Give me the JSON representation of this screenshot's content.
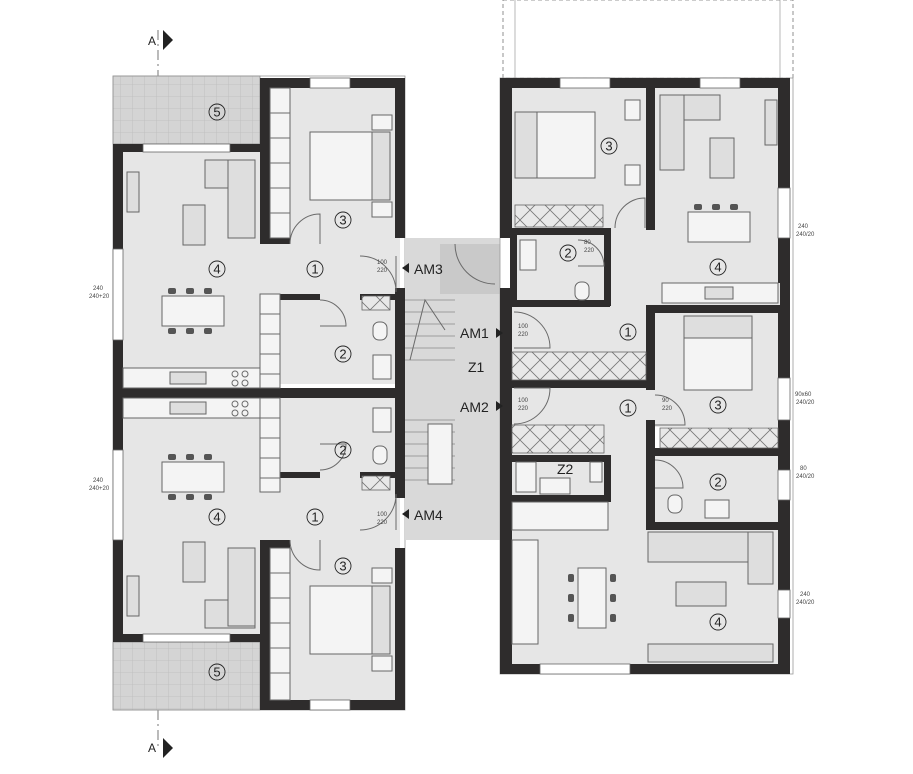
{
  "section_label": "A",
  "access_labels": [
    "AM3",
    "AM1",
    "AM2",
    "AM4"
  ],
  "zone_labels": [
    "Z1",
    "Z2"
  ],
  "room_numbers": {
    "left_terrace_top": "5",
    "left_bed_top": "3",
    "left_living_top": "4",
    "left_hall_top": "1",
    "left_bath_top": "2",
    "left_bath_bottom": "2",
    "left_living_bottom": "4",
    "left_hall_bottom": "1",
    "left_bed_bottom": "3",
    "left_terrace_bottom": "5",
    "right_bed_top": "3",
    "right_living_top": "4",
    "right_bath_top": "2",
    "right_hall_top": "1",
    "right_hall_mid": "1",
    "right_bed_mid": "3",
    "right_bath_mid": "2",
    "right_living_bottom": "4"
  },
  "dimension_labels": {
    "door_a": "80",
    "door_a2": "220",
    "door_b": "90",
    "door_b2": "220",
    "door_c": "100",
    "door_c2": "220",
    "win_240": "240",
    "win_240b": "240/20",
    "win_90": "90x60",
    "win_90b": "240/20",
    "win_80": "80",
    "win_80b": "240/20",
    "win_240_120": "240",
    "win_240_120b": "240+20"
  },
  "colors": {
    "wall": "#2e2c2c",
    "floor": "#e6e6e6",
    "hatch": "#d4d4d4"
  }
}
